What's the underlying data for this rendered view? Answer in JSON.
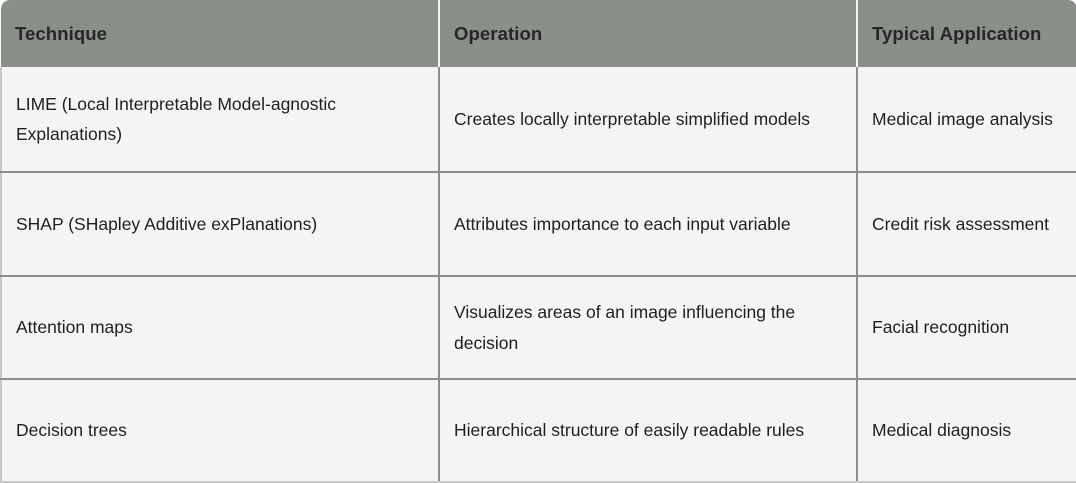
{
  "table": {
    "name": "xai-techniques-table",
    "colors": {
      "header_bg": "#8b8f8a",
      "header_text": "#262626",
      "cell_bg": "#f4f4f4",
      "cell_text": "#1f1f22",
      "inner_border": "#8d8d8d",
      "outer_border": "#c9c9c9"
    },
    "columns": [
      {
        "key": "technique",
        "label": "Technique"
      },
      {
        "key": "operation",
        "label": "Operation"
      },
      {
        "key": "application",
        "label": "Typical Application"
      }
    ],
    "rows": [
      {
        "technique": "LIME (Local Interpretable Model-agnostic Explanations)",
        "operation": "Creates locally interpretable simplified models",
        "application": "Medical image analysis"
      },
      {
        "technique": "SHAP (SHapley Additive exPlanations)",
        "operation": "Attributes importance to each input variable",
        "application": "Credit risk assessment"
      },
      {
        "technique": "Attention maps",
        "operation": "Visualizes areas of an image influencing the decision",
        "application": "Facial recognition"
      },
      {
        "technique": "Decision trees",
        "operation": "Hierarchical structure of easily readable rules",
        "application": "Medical diagnosis"
      }
    ]
  }
}
